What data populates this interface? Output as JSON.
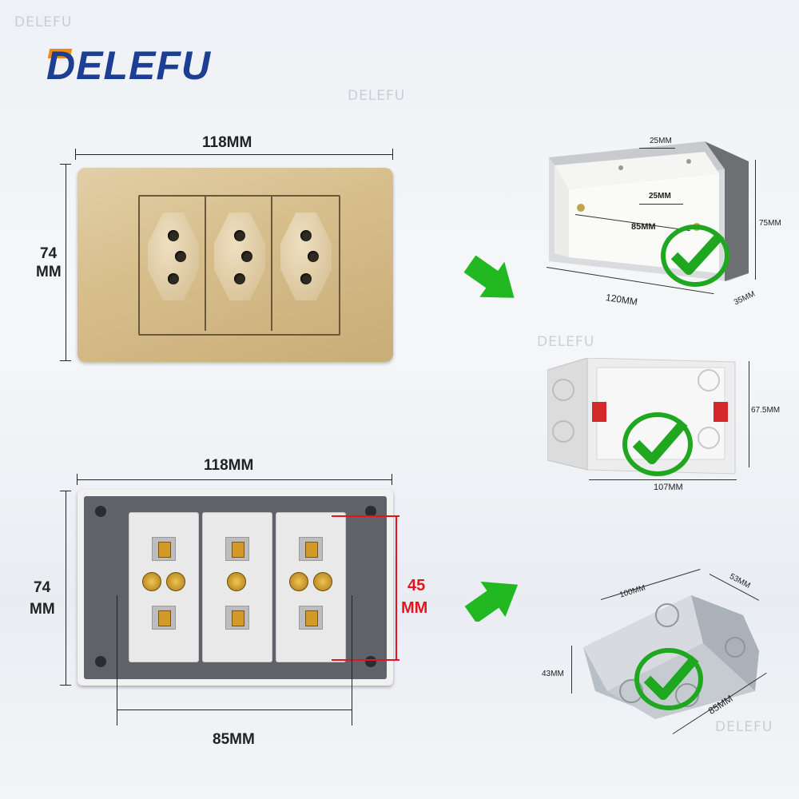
{
  "brand": {
    "name": "DELEFU",
    "watermark": "DELEFU"
  },
  "front": {
    "width_label": "118MM",
    "height_label_1": "74",
    "height_label_2": "MM"
  },
  "back": {
    "width_label": "118MM",
    "height_label_1": "74",
    "height_label_2": "MM",
    "bottom_label": "85MM",
    "module_label_1": "45",
    "module_label_2": "MM"
  },
  "box_plastic_rect": {
    "top_label": "25MM",
    "inner_label": "25MM",
    "center_label": "85MM",
    "bottom_label": "120MM",
    "height_label": "75MM",
    "depth_label": "35MM"
  },
  "box_plastic_cassette": {
    "height_label": "67.5MM",
    "bottom_label": "107MM"
  },
  "box_metal": {
    "top_label": "100MM",
    "side_label": "53MM",
    "height_label": "43MM",
    "bottom_label": "85MM"
  },
  "colors": {
    "brand_blue": "#1c3f94",
    "brand_orange": "#f08a12",
    "check_green": "#1fa81f",
    "arrow_green": "#22b822",
    "accent_red": "#e3161b"
  },
  "icons": [
    "check-icon",
    "arrow-icon"
  ]
}
